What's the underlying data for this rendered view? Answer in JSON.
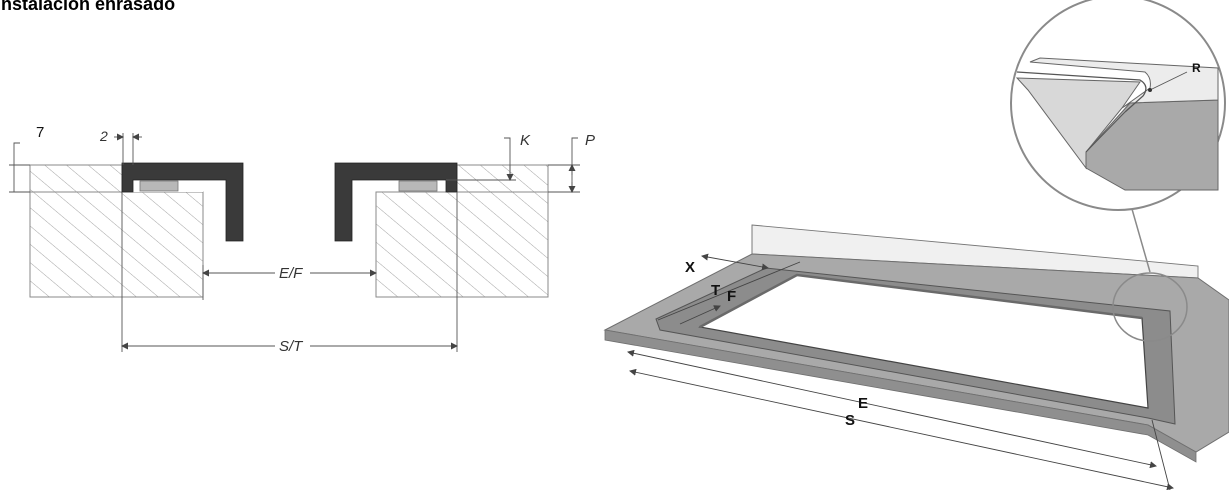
{
  "title": "Instalación enrasado",
  "section_view": {
    "note_number": "7",
    "labels": {
      "gap": "2",
      "k": "K",
      "p": "P",
      "ef": "E/F",
      "st": "S/T"
    },
    "colors": {
      "profile": "#3a3a3a",
      "seal": "#b8b8b8",
      "hatch": "#9a9a9a"
    }
  },
  "perspective_view": {
    "labels": {
      "x": "X",
      "t": "T",
      "f": "F",
      "e": "E",
      "s": "S",
      "r": "R"
    },
    "colors": {
      "countertop": "#a9a9a9",
      "frame": "#8c8c8c",
      "detail_circle": "#8a8a8a"
    }
  }
}
